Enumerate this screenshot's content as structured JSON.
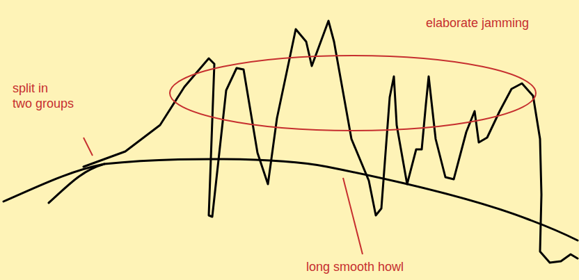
{
  "diagram": {
    "labels": [
      "elaborate jamming",
      "split in two groups",
      "long smooth howl"
    ]
  }
}
